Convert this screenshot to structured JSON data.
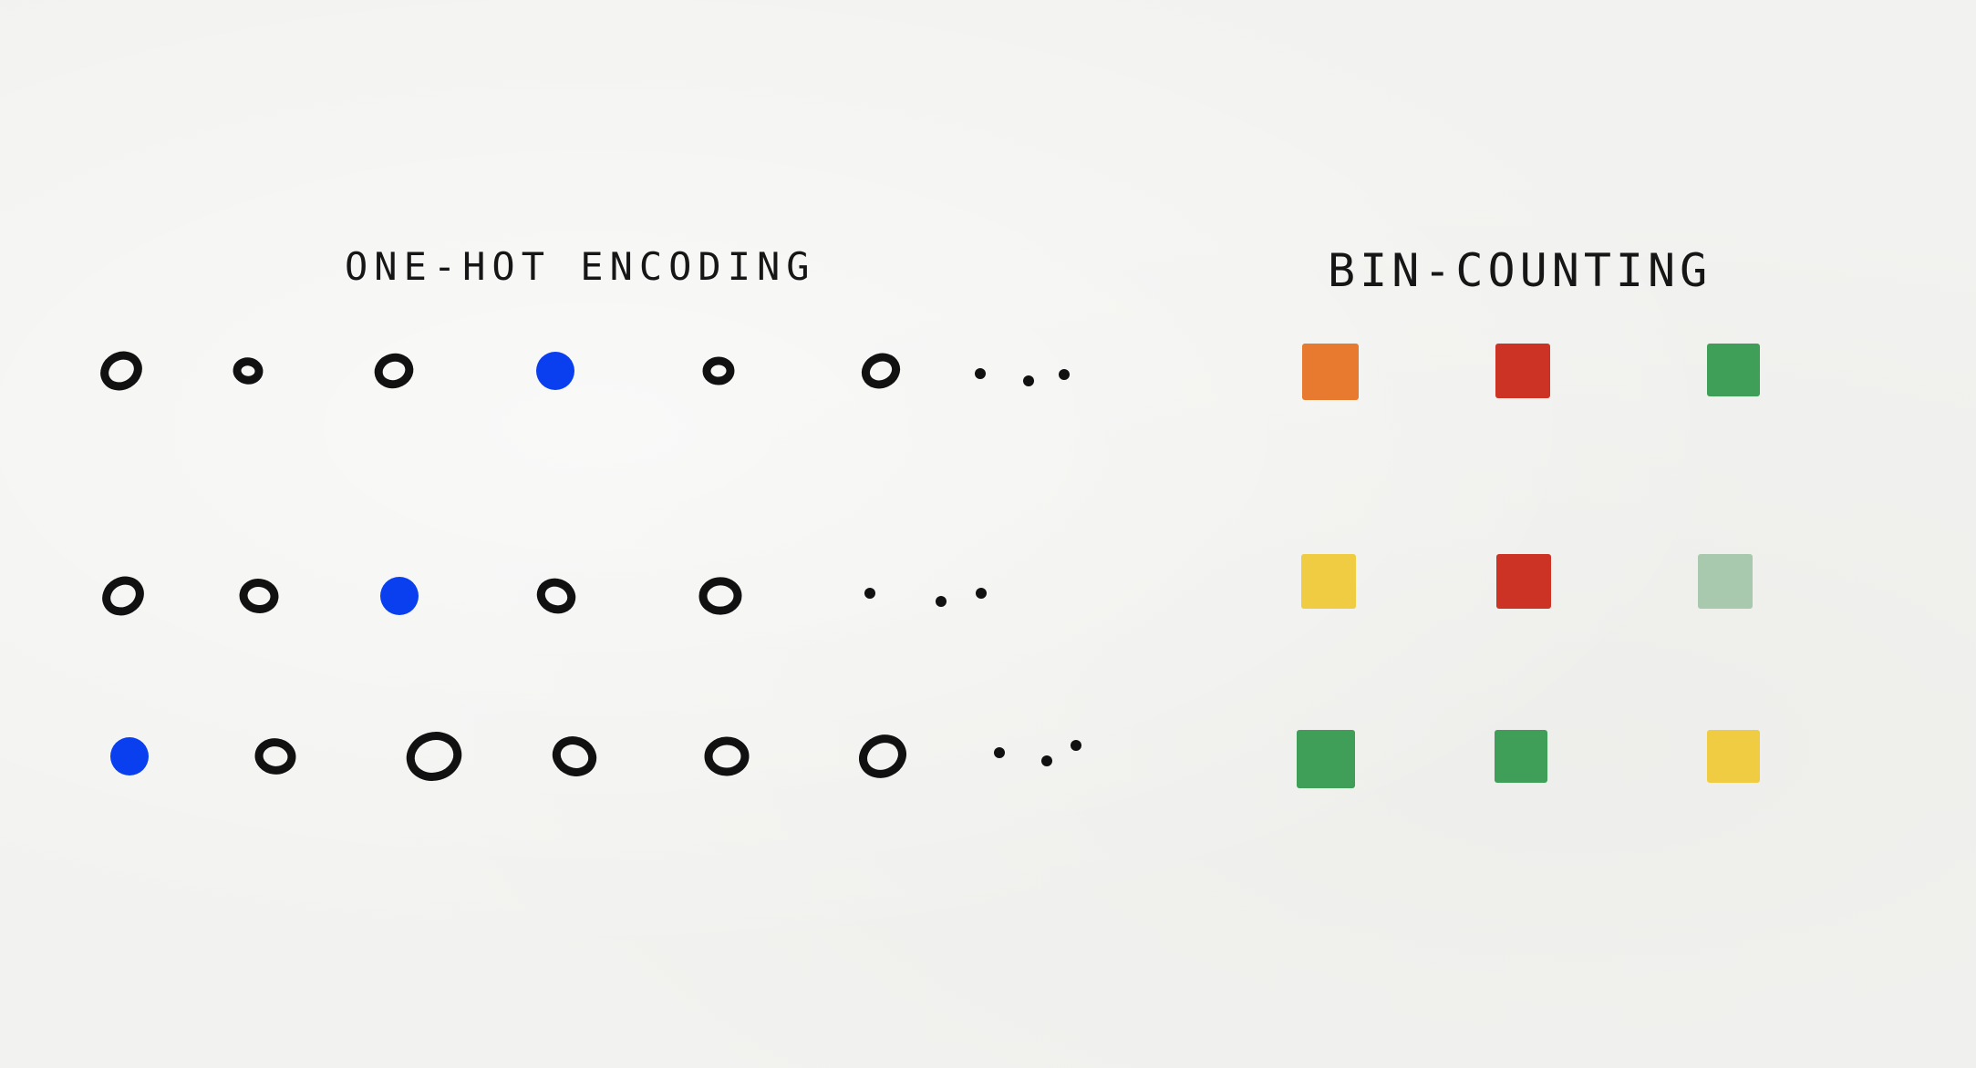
{
  "headings": {
    "one_hot": "ONE-HOT ENCODING",
    "bin_counting": "BIN-COUNTING"
  },
  "one_hot": {
    "rows": [
      {
        "hot_index": 3,
        "cells": 6
      },
      {
        "hot_index": 2,
        "cells": 5
      },
      {
        "hot_index": 0,
        "cells": 6
      }
    ],
    "ellipsis_icon": "ellipsis-dots",
    "hot_color": "#0a3ff0",
    "cold_color": "#111111"
  },
  "bin_counting": {
    "rows": [
      [
        "#e87a2f",
        "#cc3325",
        "#3f9e57"
      ],
      [
        "#f0cc42",
        "#cc3325",
        "#a8c9ad"
      ],
      [
        "#3f9e57",
        "#3f9e57",
        "#f0cc42"
      ]
    ]
  }
}
